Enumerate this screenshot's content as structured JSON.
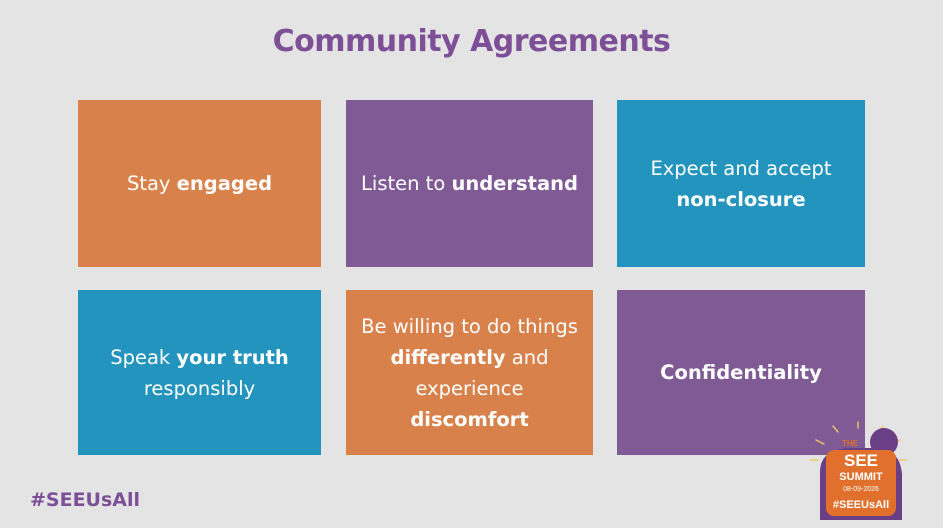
{
  "title": "Community Agreements",
  "cards": [
    {
      "color": "#d9814a",
      "lines": [
        [
          {
            "t": "Stay ",
            "b": false
          },
          {
            "t": "engaged",
            "b": true
          }
        ]
      ]
    },
    {
      "color": "#7f5a95",
      "lines": [
        [
          {
            "t": "Listen to ",
            "b": false
          },
          {
            "t": "understand",
            "b": true
          }
        ]
      ]
    },
    {
      "color": "#2394bd",
      "lines": [
        [
          {
            "t": "Expect and accept",
            "b": false
          }
        ],
        [
          {
            "t": "non-closure",
            "b": true
          }
        ]
      ]
    },
    {
      "color": "#2394bd",
      "lines": [
        [
          {
            "t": "Speak ",
            "b": false
          },
          {
            "t": "your truth",
            "b": true
          }
        ],
        [
          {
            "t": "responsibly",
            "b": false
          }
        ]
      ]
    },
    {
      "color": "#d9814a",
      "lines": [
        [
          {
            "t": "Be willing to do things",
            "b": false
          }
        ],
        [
          {
            "t": "differently",
            "b": true
          },
          {
            "t": " and",
            "b": false
          }
        ],
        [
          {
            "t": "experience",
            "b": false
          }
        ],
        [
          {
            "t": "discomfort",
            "b": true
          }
        ]
      ]
    },
    {
      "color": "#7f5a95",
      "lines": [
        [
          {
            "t": "Confidentiality",
            "b": true
          }
        ]
      ]
    }
  ],
  "hashtag": "#SEEUsAll",
  "logo": {
    "line1": "THE",
    "line2": "SEE",
    "line3": "SUMMIT",
    "date": "08-09-2026",
    "tag": "#SEEUsAll",
    "colors": {
      "orange": "#e0702c",
      "purple": "#6b3f86",
      "cream": "#f6e9c6"
    }
  }
}
